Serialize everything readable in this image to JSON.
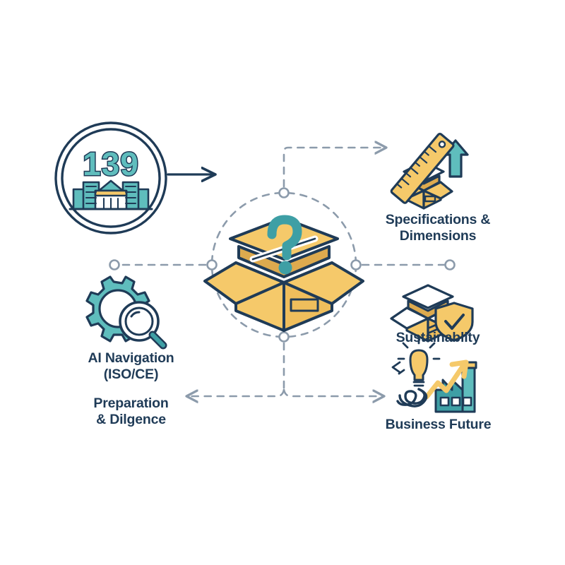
{
  "diagram": {
    "type": "hub-and-spoke infographic",
    "title_number": "139",
    "colors": {
      "navy": "#1F3B57",
      "teal": "#5FBDBD",
      "teal_dark": "#3E9FA5",
      "yellow": "#F5C96A",
      "yellow_dark": "#DDAA4E",
      "gray_dashed": "#8C9BAB",
      "white": "#FFFFFF"
    },
    "source_node": {
      "name": "facility-badge",
      "number": "139",
      "icon": "building-icon"
    },
    "center_node": {
      "name": "mystery-box",
      "icon": "box-question-mark-icon"
    },
    "branches": [
      {
        "id": "specifications",
        "label": "Specifications &\nDimensions",
        "icon": "box-ruler-arrow-icon",
        "position": "top-right"
      },
      {
        "id": "sustainability",
        "label": "Sustainablity",
        "icon": "box-shield-check-icon",
        "position": "right"
      },
      {
        "id": "business-future",
        "label": "Business Future",
        "icon": "bulb-factory-growth-icon",
        "position": "bottom-right"
      },
      {
        "id": "ai-navigation",
        "label": "AI Navigation\n(ISO/CE)",
        "icon": "gear-magnifier-icon",
        "position": "left"
      },
      {
        "id": "preparation",
        "label": "Preparation\n& Dilgence",
        "icon": "",
        "position": "bottom-left"
      }
    ]
  }
}
